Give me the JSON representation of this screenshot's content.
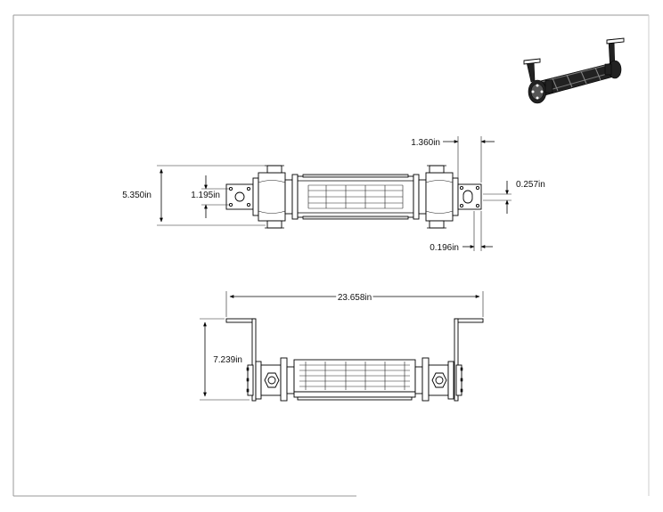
{
  "dimensions": {
    "top_view": {
      "height": "5.350in",
      "hole_height": "1.195in",
      "flange_offset": "1.360in",
      "slot_width": "0.257in",
      "edge_offset": "0.196in"
    },
    "front_view": {
      "overall_length": "23.658in",
      "overall_height": "7.239in"
    }
  },
  "isometric_view": {
    "icon": "cooler-isometric-icon"
  },
  "colors": {
    "line": "#000000",
    "border": "#999999",
    "background": "#ffffff"
  }
}
